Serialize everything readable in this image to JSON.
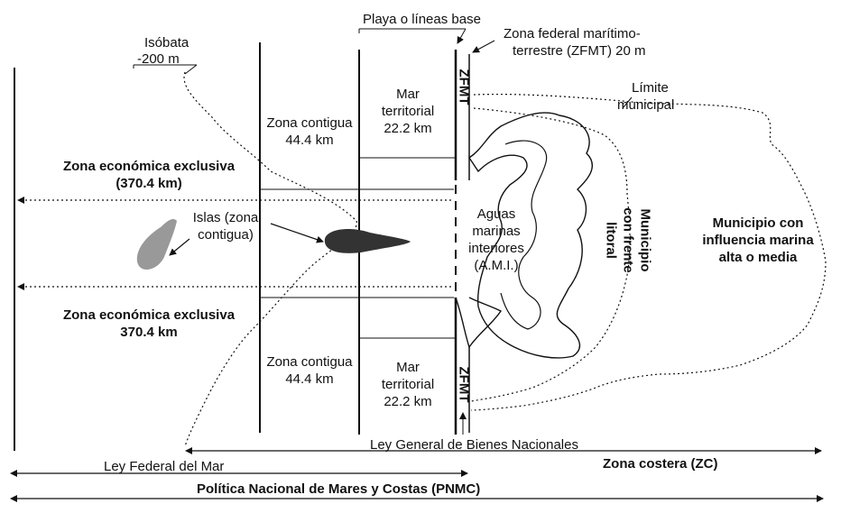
{
  "labels": {
    "isobata": "Isóbata",
    "isobata_depth": "-200 m",
    "playa": "Playa o líneas base",
    "zfmt_title_1": "Zona federal marítimo-",
    "zfmt_title_2": "terrestre (ZFMT) 20 m",
    "zfmt_top": "ZFMT",
    "zfmt_bottom": "ZFMT",
    "limite_1": "Límite",
    "limite_2": "municipal",
    "mar_territorial_top": [
      "Mar",
      "territorial",
      "22.2 km"
    ],
    "mar_territorial_bottom": [
      "Mar",
      "territorial",
      "22.2 km"
    ],
    "zona_contigua_top": [
      "Zona contigua",
      "44.4 km"
    ],
    "zona_contigua_bottom": [
      "Zona contigua",
      "44.4 km"
    ],
    "zee_top": [
      "Zona económica exclusiva",
      "(370.4 km)"
    ],
    "zee_bottom": [
      "Zona económica exclusiva",
      "370.4 km"
    ],
    "islas": [
      "Islas (zona",
      "contigua)"
    ],
    "ami": [
      "Aguas",
      "marinas",
      "interiores",
      "(A.M.I.)"
    ],
    "municipio_frente": [
      "Municipio",
      "con frente",
      "litoral"
    ],
    "municipio_influencia": [
      "Municipio con",
      "influencia marina",
      "alta o media"
    ],
    "ley_bienes": "Ley General de Bienes Nacionales",
    "zona_costera": "Zona costera (ZC)",
    "ley_mar": "Ley Federal del Mar",
    "pnmc": "Política Nacional de Mares y Costas (PNMC)"
  },
  "colors": {
    "line": "#111111",
    "island_dark": "#333333",
    "island_light": "#999999"
  }
}
